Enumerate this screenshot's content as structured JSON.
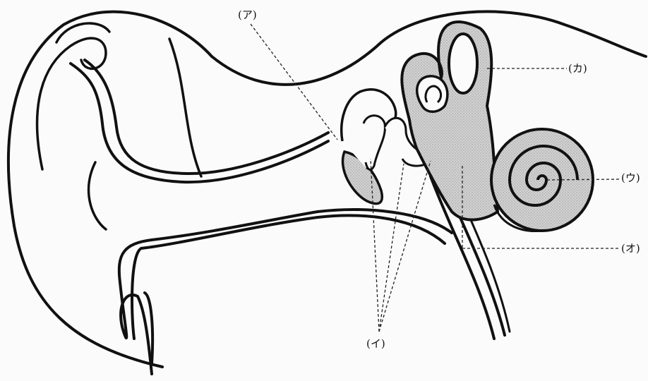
{
  "labels": {
    "a": "(ア)",
    "b": "(イ)",
    "c": "(ウ)",
    "d": "(オ)",
    "e": "(カ)"
  },
  "colors": {
    "line": "#111111",
    "fill_inner_ear": "#c9c9c9",
    "fill_eardrum": "#b8b8b8",
    "background": "#fbfbfb"
  }
}
